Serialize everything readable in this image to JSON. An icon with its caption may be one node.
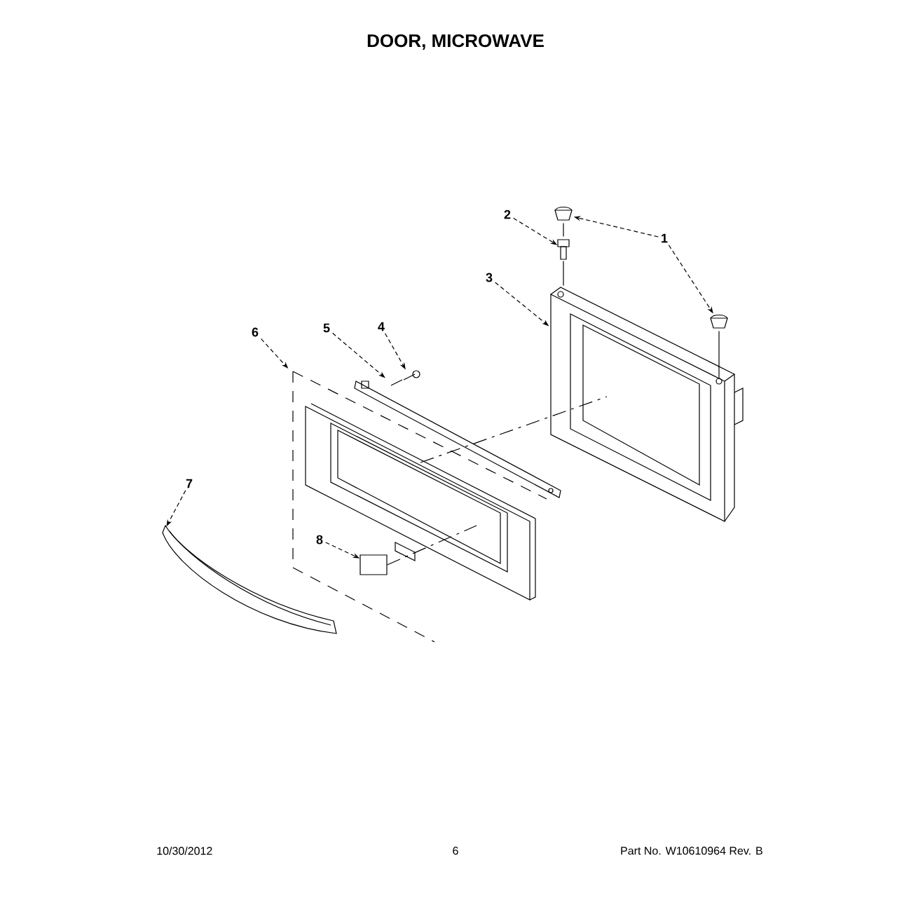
{
  "diagram": {
    "title": "DOOR, MICROWAVE",
    "nodes": [
      {
        "text": [
          "1"
        ]
      },
      {
        "text": [],
        "shape": "picture"
      },
      {
        "text": [],
        "shape": "picture"
      },
      {
        "text": [
          "2"
        ]
      },
      {
        "text": [],
        "shape": "picture"
      },
      {
        "text": [
          "3"
        ]
      },
      {
        "text": [],
        "shape": "picture"
      },
      {
        "text": [
          "4"
        ]
      },
      {
        "text": [],
        "shape": "picture"
      },
      {
        "text": [
          "5"
        ]
      },
      {
        "text": [],
        "shape": "picture"
      },
      {
        "text": [
          "6"
        ]
      },
      {
        "text": [],
        "shape": "picture"
      },
      {
        "text": [
          "7"
        ]
      },
      {
        "text": [],
        "shape": "picture"
      },
      {
        "text": [
          "8"
        ]
      },
      {
        "text": [],
        "shape": "box"
      }
    ],
    "edges": [
      {
        "from": 0,
        "to": 1,
        "arrow": "to",
        "style": "dashed"
      },
      {
        "from": 0,
        "to": 2,
        "arrow": "to",
        "style": "dashed"
      },
      {
        "from": 3,
        "to": 4,
        "arrow": "to",
        "style": "dashed"
      },
      {
        "from": 5,
        "to": 6,
        "arrow": "to",
        "style": "dashed"
      },
      {
        "from": 7,
        "to": 8,
        "arrow": "to",
        "style": "dashed"
      },
      {
        "from": 9,
        "to": 10,
        "arrow": "to",
        "style": "dashed"
      },
      {
        "from": 11,
        "to": 12,
        "arrow": "to",
        "style": "dashed"
      },
      {
        "from": 13,
        "to": 14,
        "arrow": "to",
        "style": "dashed"
      },
      {
        "from": 15,
        "to": 16,
        "arrow": "to",
        "style": "dashed"
      },
      {
        "from": 1,
        "to": 4,
        "arrow": "none"
      },
      {
        "from": 4,
        "to": 6,
        "arrow": "none"
      },
      {
        "from": 2,
        "to": 6,
        "arrow": "none"
      },
      {
        "from": 12,
        "to": 6,
        "arrow": "none",
        "style": "dashed"
      },
      {
        "from": 16,
        "to": 12,
        "arrow": "none",
        "style": "dashed"
      }
    ],
    "labels": [
      "10/30/2012",
      "6",
      "Part No. W10610964 Rev. B"
    ]
  }
}
